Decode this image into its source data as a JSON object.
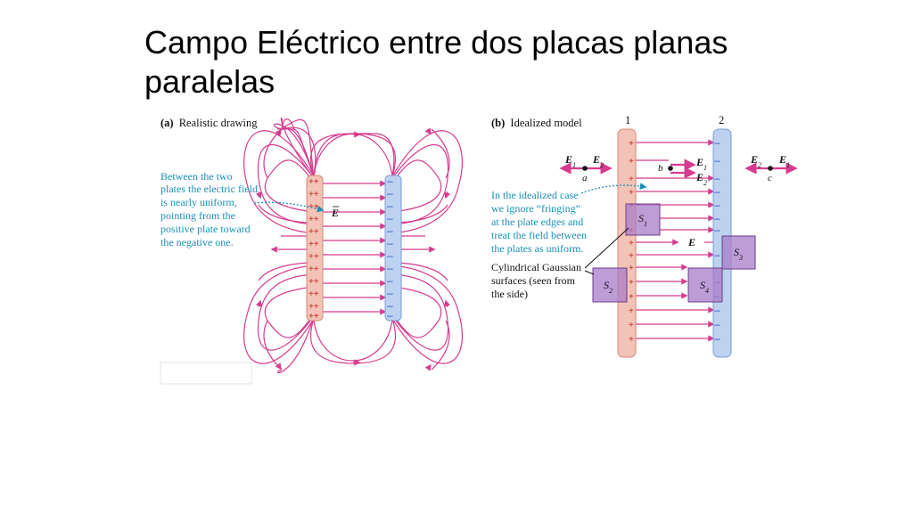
{
  "title": "Campo Eléctrico entre dos placas planas paralelas",
  "panel_a": {
    "caption_letter": "(a)",
    "caption_text": "Realistic drawing",
    "annotation_lines": [
      "Between the two",
      "plates the electric field",
      "is nearly uniform,",
      "pointing from the",
      "positive plate toward",
      "the negative one."
    ],
    "field_label": "E"
  },
  "panel_b": {
    "caption_letter": "(b)",
    "caption_text": "Idealized model",
    "plate_labels": [
      "1",
      "2"
    ],
    "vectors": {
      "e1": "E",
      "e2": "E",
      "sub1": "1",
      "sub2": "2",
      "field": "E"
    },
    "points": [
      "a",
      "b",
      "c"
    ],
    "annotation_lines": [
      "In the idealized case",
      "we ignore “fringing”",
      "at the plate edges and",
      "treat the field between",
      "the plates as uniform."
    ],
    "gauss_lines": [
      "Cylindrical Gaussian",
      "surfaces (seen from",
      "the side)"
    ],
    "surfaces": [
      {
        "letter": "S",
        "sub": "1"
      },
      {
        "letter": "S",
        "sub": "2"
      },
      {
        "letter": "S",
        "sub": "3"
      },
      {
        "letter": "S",
        "sub": "4"
      }
    ]
  },
  "colors": {
    "field_line": "#d63b8f",
    "positive_plate": "#f2c3b6",
    "negative_plate": "#bcd2ef",
    "gaussian_surface": "#a87cc8",
    "annotation": "#1a8fb8"
  }
}
